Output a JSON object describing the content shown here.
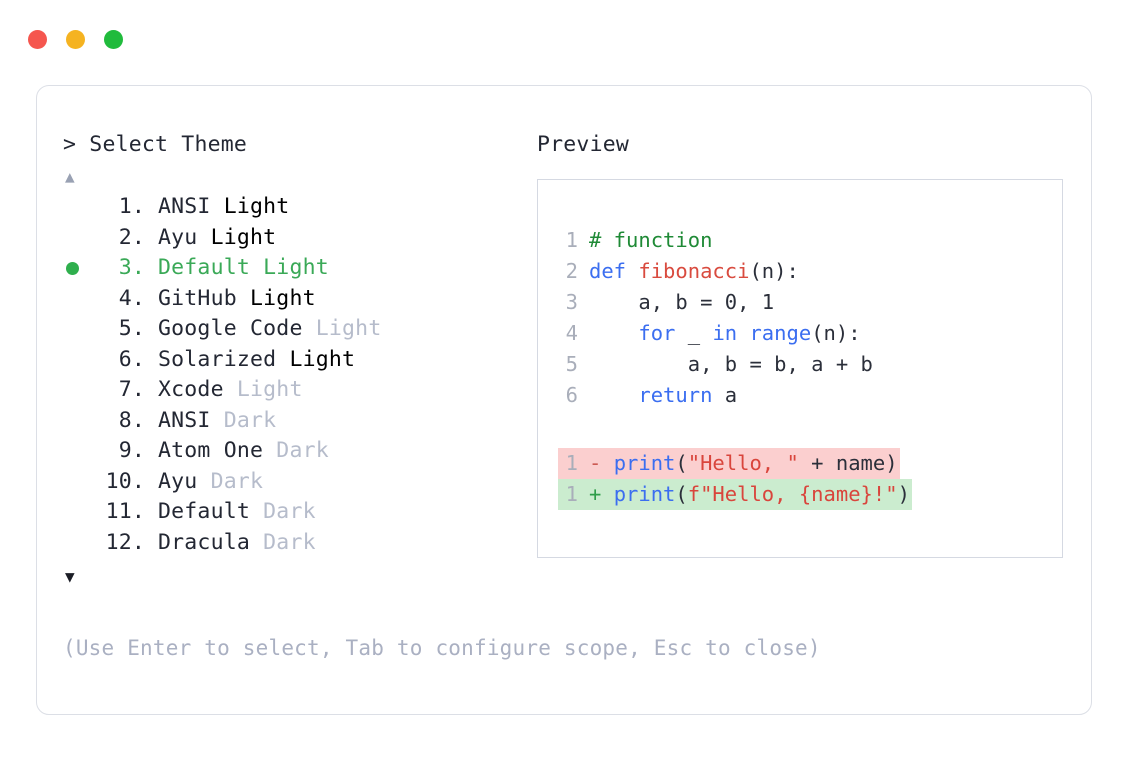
{
  "window": {
    "dots": [
      {
        "name": "close",
        "color": "#f5564e"
      },
      {
        "name": "minimize",
        "color": "#f5b321"
      },
      {
        "name": "maximize",
        "color": "#20bb3c"
      }
    ]
  },
  "selector": {
    "prompt_caret": "> ",
    "prompt_title": "Select Theme",
    "scroll_up_icon": "▲",
    "scroll_down_icon": "▼",
    "selected_bullet": "●",
    "selected_index": 3,
    "accent_color": "#3aa957",
    "muted_color": "#b6bccb",
    "items": [
      {
        "index": "1.",
        "label": "ANSI",
        "suffix": " Light",
        "suffix_muted": false,
        "selected": false
      },
      {
        "index": "2.",
        "label": "Ayu",
        "suffix": " Light",
        "suffix_muted": false,
        "selected": false
      },
      {
        "index": "3.",
        "label": "Default",
        "suffix": " Light",
        "suffix_muted": false,
        "selected": true
      },
      {
        "index": "4.",
        "label": "GitHub",
        "suffix": " Light",
        "suffix_muted": false,
        "selected": false
      },
      {
        "index": "5.",
        "label": "Google Code",
        "suffix": " Light",
        "suffix_muted": true,
        "selected": false
      },
      {
        "index": "6.",
        "label": "Solarized",
        "suffix": " Light",
        "suffix_muted": false,
        "selected": false
      },
      {
        "index": "7.",
        "label": "Xcode",
        "suffix": " Light",
        "suffix_muted": true,
        "selected": false
      },
      {
        "index": "8.",
        "label": "ANSI",
        "suffix": " Dark",
        "suffix_muted": true,
        "selected": false
      },
      {
        "index": "9.",
        "label": "Atom One",
        "suffix": " Dark",
        "suffix_muted": true,
        "selected": false
      },
      {
        "index": "10.",
        "label": "Ayu",
        "suffix": " Dark",
        "suffix_muted": true,
        "selected": false
      },
      {
        "index": "11.",
        "label": "Default",
        "suffix": " Dark",
        "suffix_muted": true,
        "selected": false
      },
      {
        "index": "12.",
        "label": "Dracula",
        "suffix": " Dark",
        "suffix_muted": true,
        "selected": false
      }
    ]
  },
  "footer": {
    "hint": "(Use Enter to select, Tab to configure scope, Esc to close)"
  },
  "preview": {
    "title": "Preview",
    "code_lines": [
      {
        "ln": "1",
        "tokens": [
          {
            "t": "# function",
            "c": "comment"
          }
        ]
      },
      {
        "ln": "2",
        "tokens": [
          {
            "t": "def ",
            "c": "kw"
          },
          {
            "t": "fibonacci",
            "c": "fn"
          },
          {
            "t": "(n):",
            "c": "plain"
          }
        ]
      },
      {
        "ln": "3",
        "tokens": [
          {
            "t": "    a, b = ",
            "c": "plain"
          },
          {
            "t": "0",
            "c": "num"
          },
          {
            "t": ", ",
            "c": "plain"
          },
          {
            "t": "1",
            "c": "num"
          }
        ]
      },
      {
        "ln": "4",
        "tokens": [
          {
            "t": "    ",
            "c": "plain"
          },
          {
            "t": "for",
            "c": "kw"
          },
          {
            "t": " _ ",
            "c": "plain"
          },
          {
            "t": "in",
            "c": "kw"
          },
          {
            "t": " ",
            "c": "plain"
          },
          {
            "t": "range",
            "c": "builtin"
          },
          {
            "t": "(n):",
            "c": "plain"
          }
        ]
      },
      {
        "ln": "5",
        "tokens": [
          {
            "t": "        a, b = b, a + b",
            "c": "plain"
          }
        ]
      },
      {
        "ln": "6",
        "tokens": [
          {
            "t": "    ",
            "c": "plain"
          },
          {
            "t": "return",
            "c": "kw"
          },
          {
            "t": " a",
            "c": "plain"
          }
        ]
      }
    ],
    "diff_lines": [
      {
        "ln": "1",
        "kind": "removed",
        "marker": "-",
        "tokens": [
          {
            "t": "print",
            "c": "builtin"
          },
          {
            "t": "(",
            "c": "plain"
          },
          {
            "t": "\"Hello, \"",
            "c": "str"
          },
          {
            "t": " + name)",
            "c": "plain"
          }
        ]
      },
      {
        "ln": "1",
        "kind": "added",
        "marker": "+",
        "tokens": [
          {
            "t": "print",
            "c": "builtin"
          },
          {
            "t": "(",
            "c": "plain"
          },
          {
            "t": "f\"Hello, {name}!\"",
            "c": "str"
          },
          {
            "t": ")",
            "c": "plain"
          }
        ]
      }
    ],
    "colors": {
      "comment": "#1f8a36",
      "keyword": "#3b6ef0",
      "function": "#d94b3f",
      "string": "#d9453c",
      "plain": "#2b2f3a",
      "line_number": "#a9aeba",
      "diff_removed_bg": "#fbcfcf",
      "diff_added_bg": "#cbeccf"
    }
  }
}
